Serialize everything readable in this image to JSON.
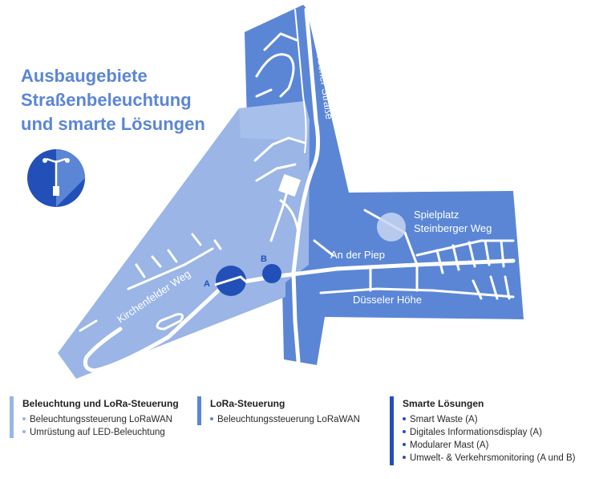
{
  "title": {
    "line1": "Ausbaugebiete",
    "line2": "Straßenbeleuchtung",
    "line3": "und smarte Lösungen"
  },
  "colors": {
    "light_area": "#9ab5e6",
    "medium_area": "#5b86d6",
    "dark_marker": "#2350b8",
    "road": "#ffffff",
    "title": "#5b86d6"
  },
  "map": {
    "streets": {
      "wiedener": "Wiedener Straße",
      "kirchenfelder": "Kirchenfelder Weg",
      "an_der_piep": "An der Piep",
      "duesseler": "Düsseler Höhe"
    },
    "poi": {
      "line1": "Spielplatz",
      "line2": "Steinberger Weg"
    },
    "markers": {
      "a": "A",
      "b": "B"
    },
    "icon": "street-lamp-icon"
  },
  "legend": [
    {
      "heading": "Beleuchtung und LoRa-Steuerung",
      "color": "#9ab5e6",
      "items": [
        "Beleuchtungssteuerung LoRaWAN",
        "Umrüstung auf LED-Beleuchtung"
      ]
    },
    {
      "heading": "LoRa-Steuerung",
      "color": "#5b86d6",
      "items": [
        "Beleuchtungssteuerung LoRaWAN"
      ]
    },
    {
      "heading": "Smarte Lösungen",
      "color": "#2350b8",
      "items": [
        "Smart Waste (A)",
        "Digitales Informationsdisplay (A)",
        "Modularer Mast (A)",
        "Umwelt- & Verkehrsmonitoring (A und B)"
      ]
    }
  ]
}
